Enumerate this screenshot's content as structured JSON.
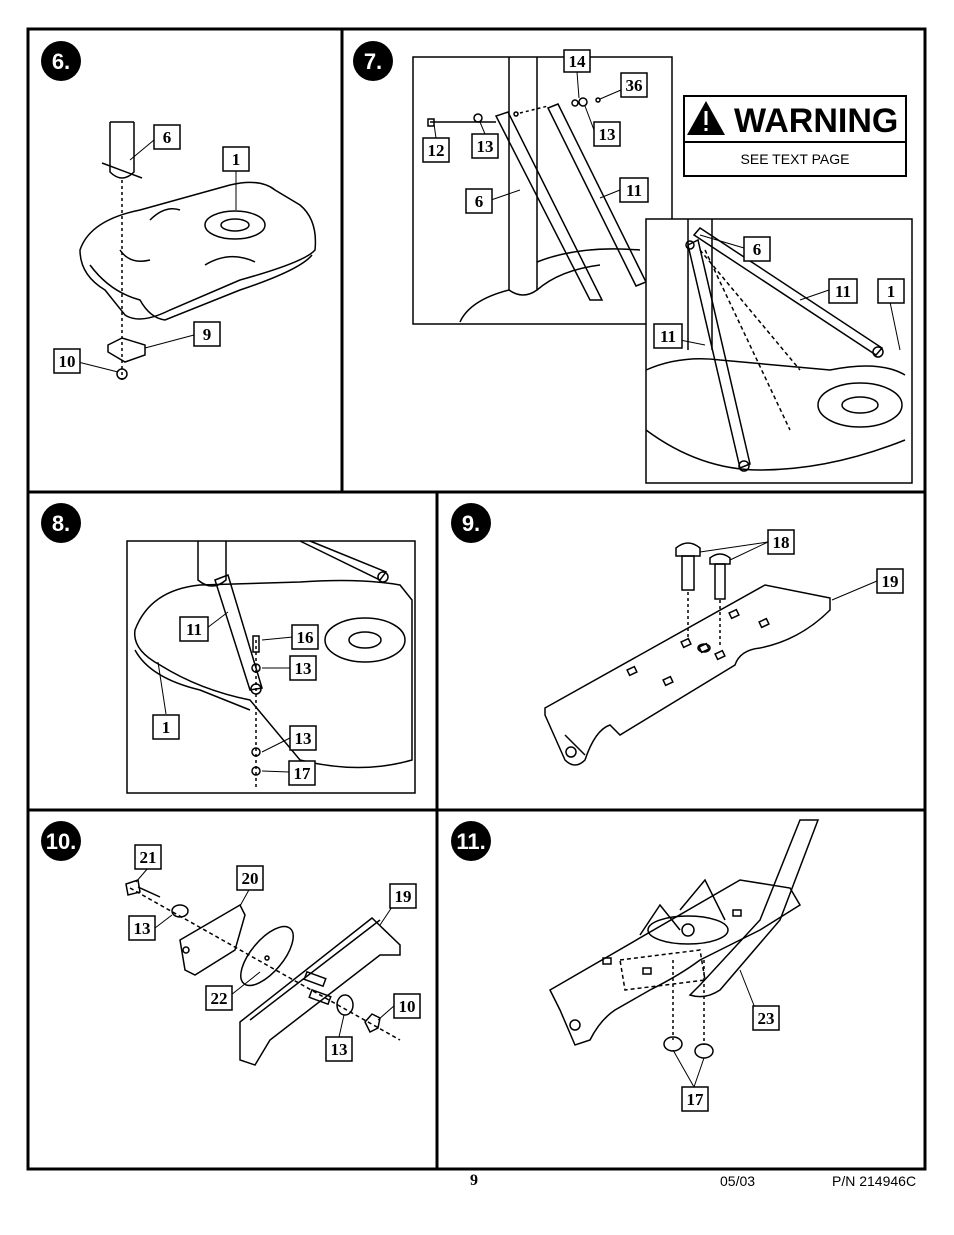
{
  "panels": [
    {
      "step": "6.",
      "callouts": [
        "6",
        "1",
        "9",
        "10"
      ]
    },
    {
      "step": "7.",
      "callouts": [
        "14",
        "36",
        "12",
        "13",
        "13",
        "6",
        "11",
        "6",
        "11",
        "1",
        "11"
      ]
    },
    {
      "step": "8.",
      "callouts": [
        "11",
        "16",
        "13",
        "1",
        "13",
        "17"
      ]
    },
    {
      "step": "9.",
      "callouts": [
        "18",
        "19"
      ]
    },
    {
      "step": "10.",
      "callouts": [
        "21",
        "20",
        "13",
        "19",
        "22",
        "10",
        "13"
      ]
    },
    {
      "step": "11.",
      "callouts": [
        "23",
        "17"
      ]
    }
  ],
  "warning": {
    "title": "WARNING",
    "subtitle": "SEE TEXT PAGE"
  },
  "footer": {
    "page": "9",
    "date": "05/03",
    "part_number": "P/N 214946C"
  }
}
